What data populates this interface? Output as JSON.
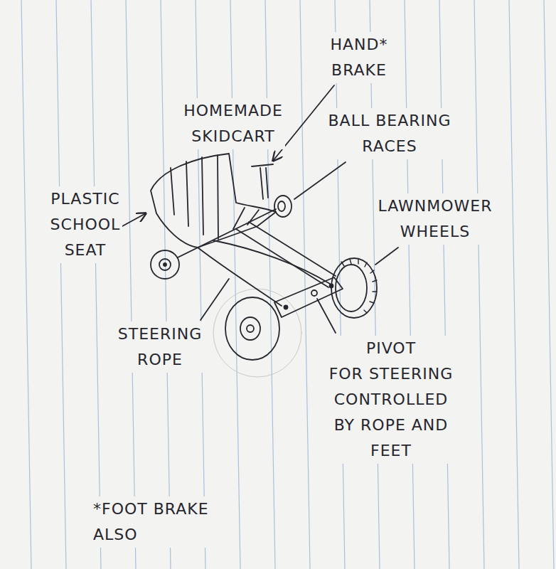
{
  "diagram": {
    "title": "HOMEMADE SKIDCART",
    "labels": [
      "HAND* BRAKE",
      "BALL BEARING RACES",
      "PLASTIC SCHOOL SEAT",
      "LAWNMOWER WHEELS",
      "STEERING ROPE",
      "PIVOT FOR STEERING CONTROLLED BY ROPE AND FEET",
      "*FOOT BRAKE ALSO"
    ]
  }
}
